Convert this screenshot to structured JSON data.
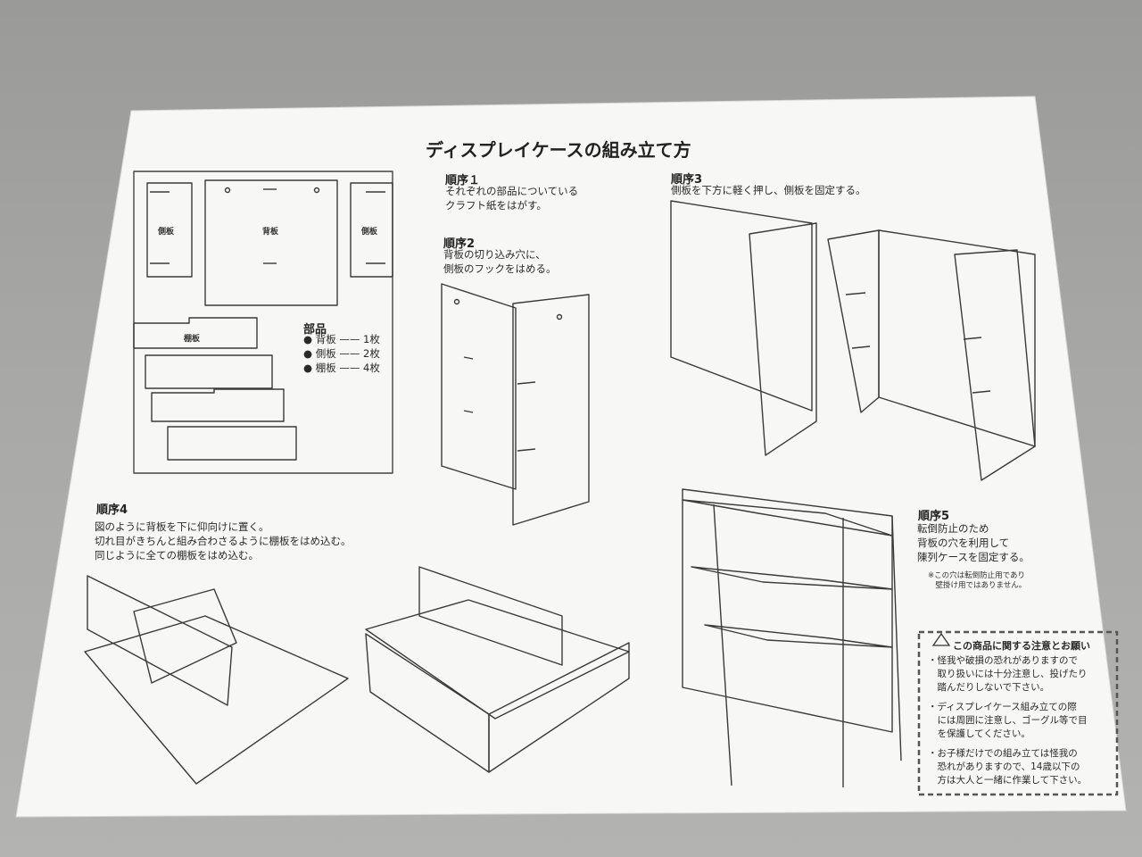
{
  "title": "ディスプレイケースの組み立て方",
  "parts": {
    "labels": {
      "side_left": "側板",
      "back": "背板",
      "side_right": "側板",
      "shelf": "棚板"
    },
    "heading": "部品",
    "items": [
      {
        "name": "背板",
        "count": "1枚"
      },
      {
        "name": "側板",
        "count": "2枚"
      },
      {
        "name": "棚板",
        "count": "4枚"
      }
    ]
  },
  "steps": {
    "s1": {
      "heading": "順序１",
      "text": "それぞれの部品についている\nクラフト紙をはがす。"
    },
    "s2": {
      "heading": "順序2",
      "text": "背板の切り込み穴に、\n側板のフックをはめる。"
    },
    "s3": {
      "heading": "順序3",
      "text": "側板を下方に軽く押し、側板を固定する。"
    },
    "s4": {
      "heading": "順序4",
      "text": "図のように背板を下に仰向けに置く。\n切れ目がきちんと組み合わさるように棚板をはめ込む。\n同じように全ての棚板をはめ込む。"
    },
    "s5": {
      "heading": "順序5",
      "text": "転倒防止のため\n背板の穴を利用して\n陳列ケースを固定する。",
      "note": "※この穴は転倒防止用であり\n　壁掛け用ではありません。"
    }
  },
  "notice": {
    "title": "この商品に関する注意とお願い",
    "items": [
      "・怪我や破損の恐れがありますので\n　取り扱いには十分注意し、投げたり\n　踏んだりしないで下さい。",
      "・ディスプレイケース組み立ての際\n　には周囲に注意し、ゴーグル等で目\n　を保護してください。",
      "・お子様だけでの組み立ては怪我の\n　恐れがありますので、14歳以下の\n　方は大人と一緒に作業して下さい。"
    ]
  }
}
